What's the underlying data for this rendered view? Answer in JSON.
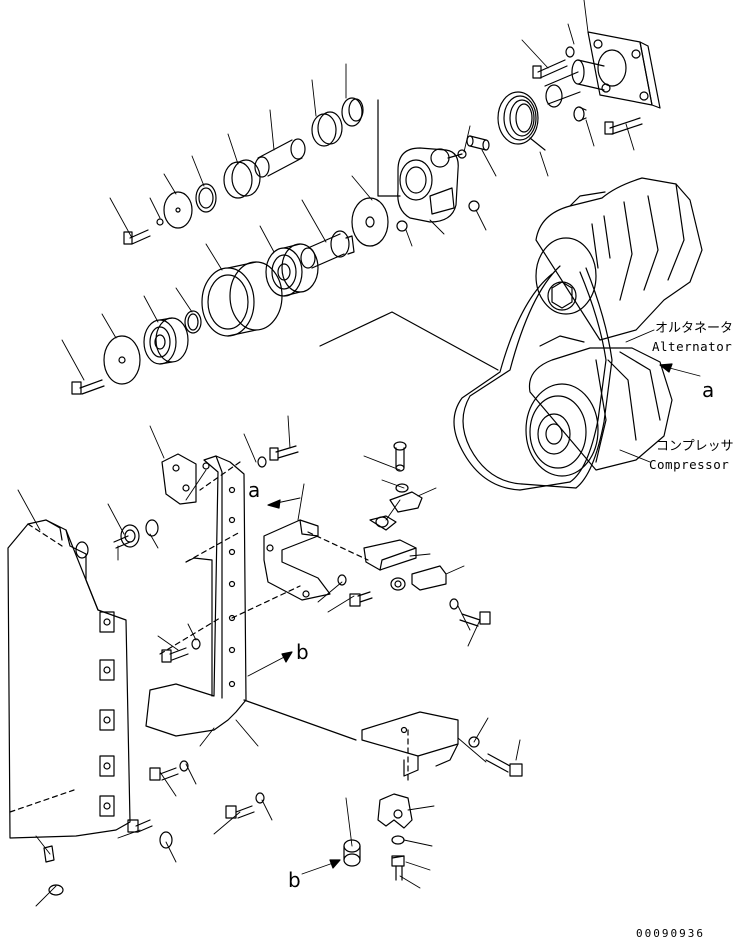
{
  "callouts": {
    "alternator_jp": "オルタネータ",
    "alternator_en": "Alternator",
    "compressor_jp": "コンプレッサ",
    "compressor_en": "Compressor"
  },
  "refs": {
    "a": "a",
    "b": "b"
  },
  "doc_number": "00090936"
}
